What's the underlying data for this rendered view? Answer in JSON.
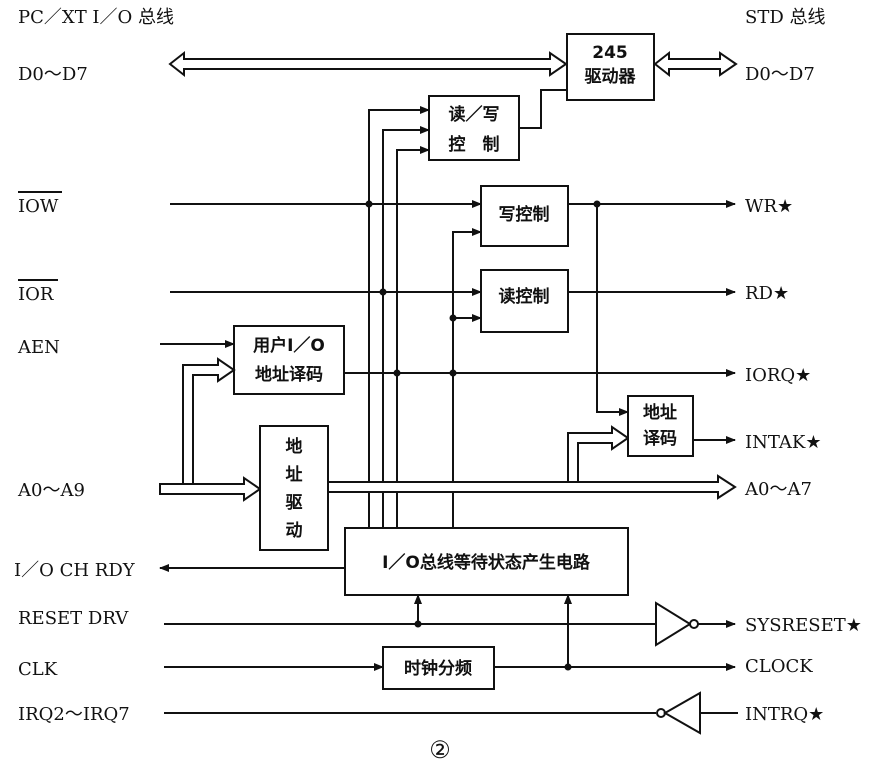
{
  "labels": {
    "left_title": "PC／XT I／O 总线",
    "right_title": "STD 总线",
    "d0d7_left": "D0～D7",
    "d0d7_right": "D0～D7",
    "iow": "IOW",
    "ior": "IOR",
    "aen": "AEN",
    "a0a9": "A0～A9",
    "io_ch_rdy": "I／O CH RDY",
    "reset_drv": "RESET DRV",
    "clk": "CLK",
    "irq": "IRQ2～IRQ7",
    "wr": "WR★",
    "rd": "RD★",
    "iorq": "IORQ★",
    "intak": "INTAK★",
    "a0a7": "A0～A7",
    "sysreset": "SYSRESET★",
    "clock": "CLOCK",
    "intrq": "INTRQ★",
    "figure_number": "②"
  },
  "blocks": {
    "driver_245_line1": "245",
    "driver_245_line2": "驱动器",
    "rw_ctrl_line1": "读／写",
    "rw_ctrl_line2": "控　制",
    "write_ctrl": "写控制",
    "read_ctrl": "读控制",
    "user_io_line1": "用户I／O",
    "user_io_line2": "地址译码",
    "addr_drv_1": "地",
    "addr_drv_2": "址",
    "addr_drv_3": "驱",
    "addr_drv_4": "动",
    "addr_dec_line1": "地址",
    "addr_dec_line2": "译码",
    "wait_gen": "I／O总线等待状态产生电路",
    "clk_div": "时钟分频"
  }
}
